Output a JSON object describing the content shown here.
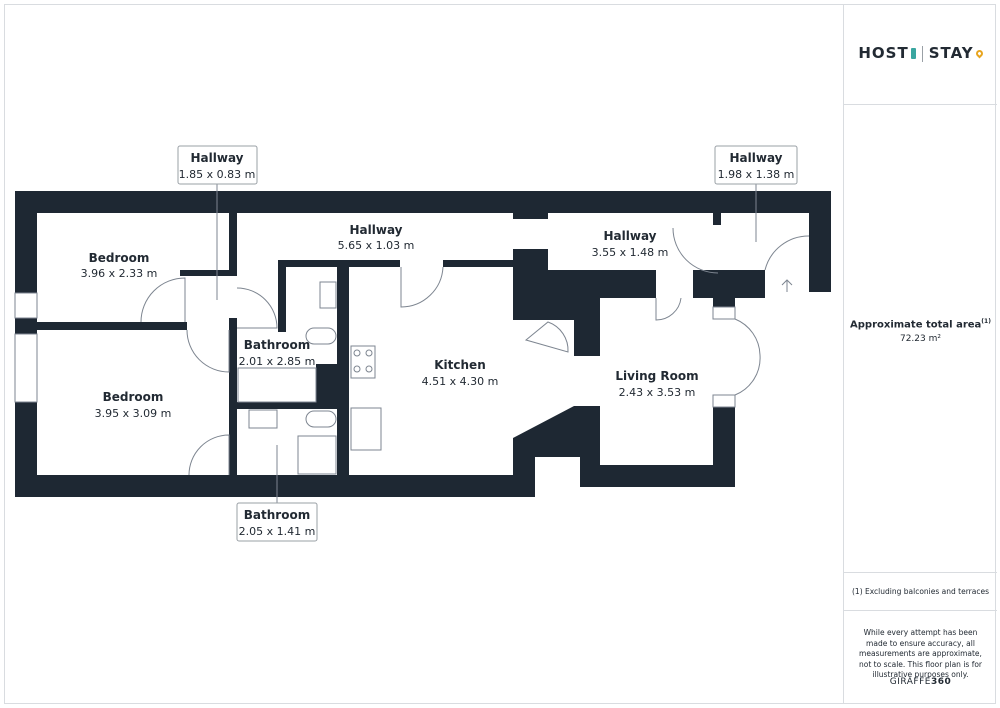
{
  "rooms": [
    {
      "id": "hallway-top-left",
      "name": "Hallway",
      "dims": "1.85 x 0.83 m"
    },
    {
      "id": "hallway-top-right",
      "name": "Hallway",
      "dims": "1.98 x 1.38 m"
    },
    {
      "id": "hallway-main",
      "name": "Hallway",
      "dims": "5.65 x 1.03 m"
    },
    {
      "id": "hallway-right",
      "name": "Hallway",
      "dims": "3.55 x 1.48 m"
    },
    {
      "id": "bedroom-1",
      "name": "Bedroom",
      "dims": "3.96 x 2.33 m"
    },
    {
      "id": "bedroom-2",
      "name": "Bedroom",
      "dims": "3.95 x 3.09 m"
    },
    {
      "id": "bathroom-1",
      "name": "Bathroom",
      "dims": "2.01 x 2.85 m"
    },
    {
      "id": "kitchen",
      "name": "Kitchen",
      "dims": "4.51 x 4.30 m"
    },
    {
      "id": "living-room",
      "name": "Living Room",
      "dims": "2.43 x 3.53 m"
    },
    {
      "id": "bathroom-2",
      "name": "Bathroom",
      "dims": "2.05 x 1.41 m"
    }
  ],
  "brand": {
    "left": "HOST",
    "right": "STAY"
  },
  "area": {
    "title": "Approximate total area",
    "mark": "(1)",
    "value": "72.23 m²"
  },
  "footnote": "(1) Excluding balconies and terraces",
  "disclaimer": "While every attempt has been made to ensure accuracy, all measurements are approximate, not to scale. This floor plan is for illustrative purposes only.",
  "giraffe": {
    "left": "GIRAFFE",
    "right": "360"
  },
  "colors": {
    "wall": "#1e2833",
    "line": "#7d8590",
    "brand_teal": "#3aa6a0",
    "brand_gold": "#e8a51e"
  }
}
